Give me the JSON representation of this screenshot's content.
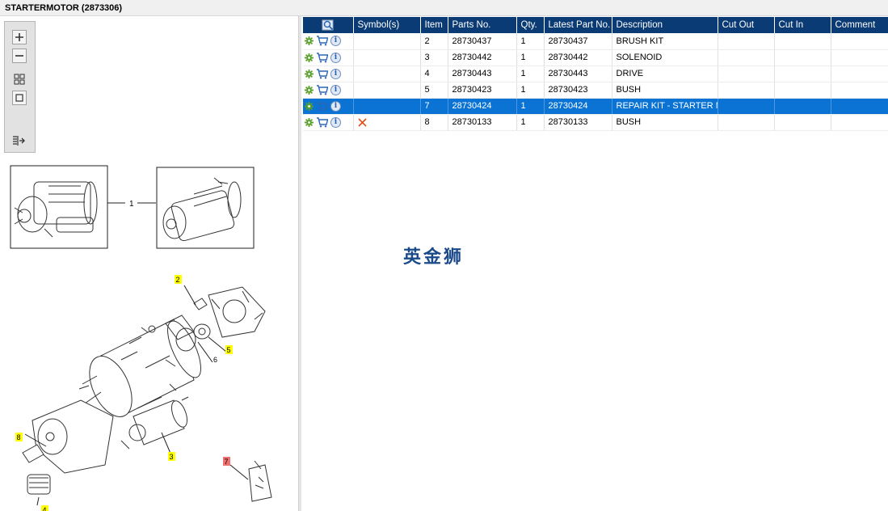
{
  "window": {
    "title": "STARTERMOTOR (2873306)"
  },
  "toolbox": {
    "icons": [
      "zoom-in-icon",
      "zoom-out-icon",
      "fit-page-icon",
      "actual-size-icon",
      "list-view-icon"
    ]
  },
  "diagram": {
    "callouts": [
      {
        "label": "1",
        "highlight": "none"
      },
      {
        "label": "2",
        "highlight": "#ffff00"
      },
      {
        "label": "3",
        "highlight": "#ffff00"
      },
      {
        "label": "4",
        "highlight": "#ffff00"
      },
      {
        "label": "5",
        "highlight": "#ffff00"
      },
      {
        "label": "6",
        "highlight": "none"
      },
      {
        "label": "7",
        "highlight": "#f07070"
      },
      {
        "label": "8",
        "highlight": "#ffff00"
      }
    ]
  },
  "table": {
    "columns": [
      "",
      "Symbol(s)",
      "Item",
      "Parts No.",
      "Qty.",
      "Latest Part No.",
      "Description",
      "Cut Out",
      "Cut In",
      "Comment"
    ],
    "rows": [
      {
        "item": "2",
        "parts_no": "28730437",
        "qty": "1",
        "latest": "28730437",
        "desc": "BRUSH KIT",
        "symbol": "",
        "cut_out": "",
        "cut_in": "",
        "comment": ""
      },
      {
        "item": "3",
        "parts_no": "28730442",
        "qty": "1",
        "latest": "28730442",
        "desc": "SOLENOID",
        "symbol": "",
        "cut_out": "",
        "cut_in": "",
        "comment": ""
      },
      {
        "item": "4",
        "parts_no": "28730443",
        "qty": "1",
        "latest": "28730443",
        "desc": "DRIVE",
        "symbol": "",
        "cut_out": "",
        "cut_in": "",
        "comment": ""
      },
      {
        "item": "5",
        "parts_no": "28730423",
        "qty": "1",
        "latest": "28730423",
        "desc": "BUSH",
        "symbol": "",
        "cut_out": "",
        "cut_in": "",
        "comment": ""
      },
      {
        "item": "7",
        "parts_no": "28730424",
        "qty": "1",
        "latest": "28730424",
        "desc": "REPAIR KIT - STARTER MOTOR",
        "symbol": "",
        "cut_out": "",
        "cut_in": "",
        "comment": "",
        "selected": true
      },
      {
        "item": "8",
        "parts_no": "28730133",
        "qty": "1",
        "latest": "28730133",
        "desc": "BUSH",
        "symbol": "remove-x-icon",
        "cut_out": "",
        "cut_in": "",
        "comment": ""
      }
    ]
  },
  "watermark": {
    "text": "英金狮"
  },
  "colors": {
    "header": "#0b3b74",
    "selected_row": "#0a73d3",
    "gear": "#5aa02c",
    "cart": "#2a66b8",
    "symbol_x": "#e0501a"
  }
}
